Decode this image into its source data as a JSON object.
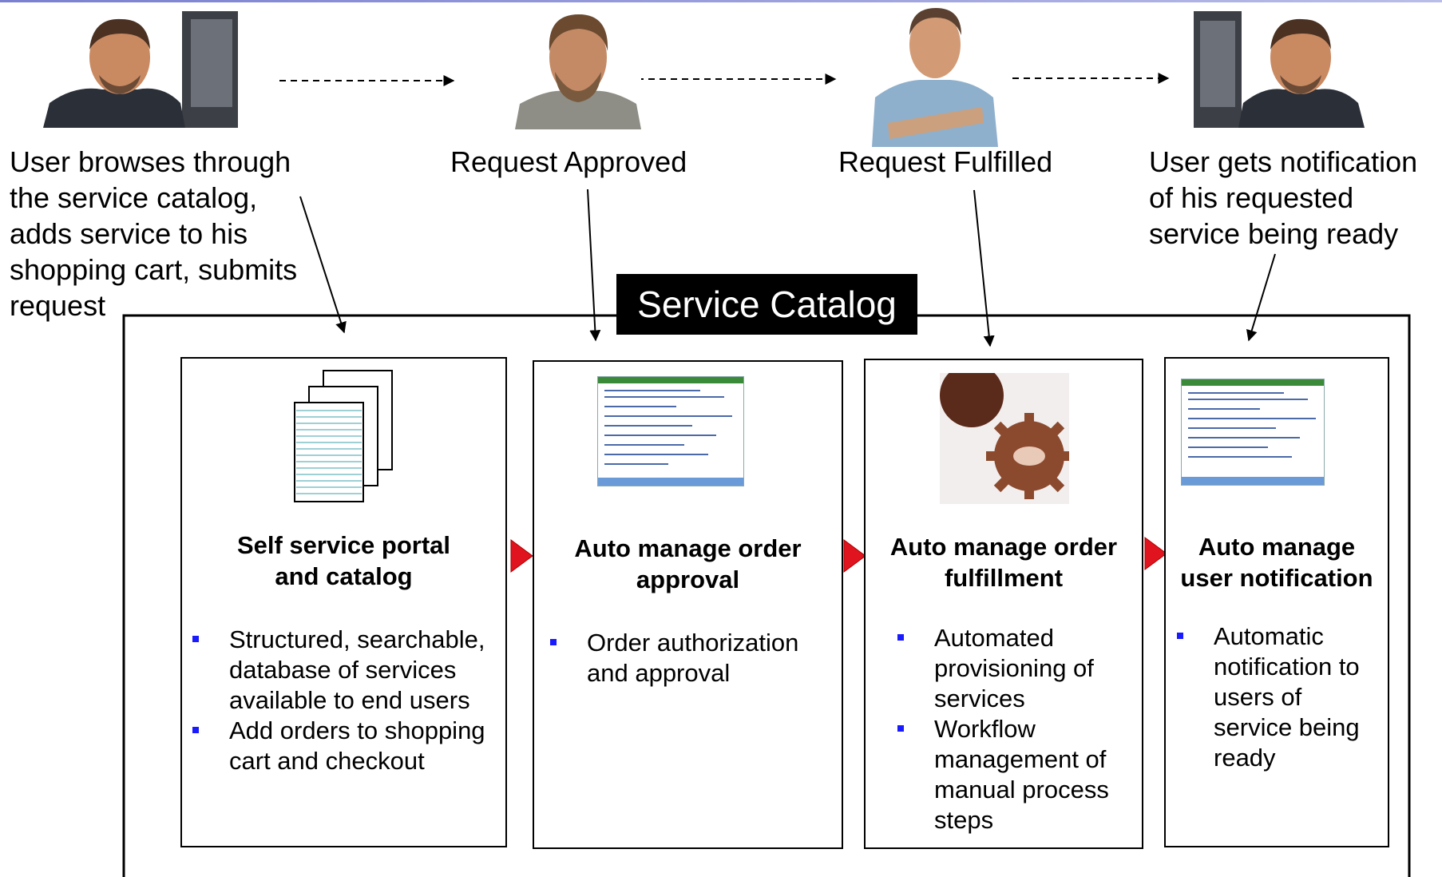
{
  "steps": [
    {
      "caption_lines": [
        "User browses through",
        "the service catalog,",
        "adds service to his",
        "shopping cart, submits",
        "request"
      ]
    },
    {
      "caption_lines": [
        "Request Approved"
      ]
    },
    {
      "caption_lines": [
        "Request Fulfilled"
      ]
    },
    {
      "caption_lines": [
        "User gets notification",
        "of his requested",
        "service being ready"
      ]
    }
  ],
  "catalog_label": "Service Catalog",
  "boxes": [
    {
      "title_lines": [
        "Self service portal",
        "and catalog"
      ],
      "bullets": [
        [
          "Structured, searchable,",
          "database of services",
          "available to end users"
        ],
        [
          "Add orders to shopping",
          "cart and checkout"
        ]
      ],
      "icon": "documents-stack-icon"
    },
    {
      "title_lines": [
        "Auto manage order",
        "approval"
      ],
      "bullets": [
        [
          "Order authorization",
          "and approval"
        ]
      ],
      "icon": "web-page-screenshot-icon"
    },
    {
      "title_lines": [
        "Auto manage order",
        "fulfillment"
      ],
      "bullets": [
        [
          "Automated",
          "provisioning of",
          "services"
        ],
        [
          "Workflow",
          "management of",
          "manual process",
          "steps"
        ]
      ],
      "icon": "gears-icon"
    },
    {
      "title_lines": [
        "Auto manage",
        "user notification"
      ],
      "bullets": [
        [
          "Automatic",
          "notification to",
          "users of",
          "service being",
          "ready"
        ]
      ],
      "icon": "web-page-screenshot-icon"
    }
  ],
  "colors": {
    "bullet": "#1a1aff",
    "flow_arrow": "#e0141e",
    "label_bg": "#000000",
    "label_text": "#ffffff"
  }
}
